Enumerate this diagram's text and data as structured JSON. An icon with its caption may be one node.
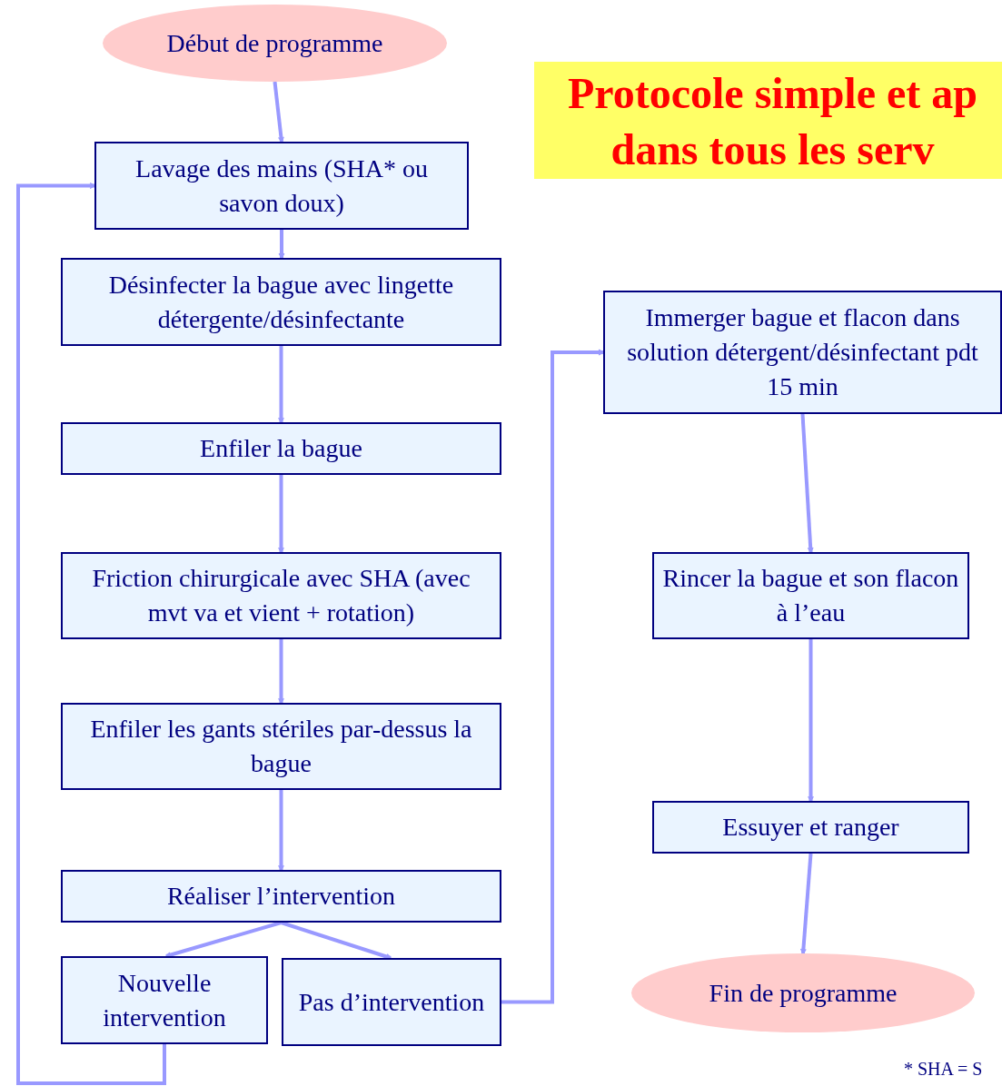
{
  "diagram": {
    "title": "Protocole simple et ap dans tous les serv",
    "nodes": [
      {
        "text": [
          "Début de programme"
        ]
      },
      {
        "text": [
          "Lavage des mains (SHA* ou savon doux)"
        ]
      },
      {
        "text": [
          "Désinfecter la bague avec lingette détergente/désinfectante"
        ]
      },
      {
        "text": [
          "Enfiler la bague"
        ]
      },
      {
        "text": [
          "Friction chirurgicale avec SHA (avec mvt va et vient + rotation)"
        ]
      },
      {
        "text": [
          "Enfiler les gants stériles par-dessus la bague"
        ]
      },
      {
        "text": [
          "Réaliser l’intervention"
        ]
      },
      {
        "text": [
          "Nouvelle intervention"
        ]
      },
      {
        "text": [
          "Pas d’intervention"
        ]
      },
      {
        "text": [
          "Immerger bague et flacon dans solution détergent/désinfectant pdt 15 min"
        ]
      },
      {
        "text": [
          "Rincer la bague et son flacon à l’eau"
        ]
      },
      {
        "text": [
          "Essuyer et ranger"
        ]
      },
      {
        "text": [
          "Fin de programme"
        ]
      }
    ],
    "edges": [
      {
        "from": 0,
        "to": 1,
        "arrow": "to"
      },
      {
        "from": 1,
        "to": 2,
        "arrow": "to"
      },
      {
        "from": 2,
        "to": 3,
        "arrow": "to"
      },
      {
        "from": 3,
        "to": 4,
        "arrow": "to"
      },
      {
        "from": 4,
        "to": 5,
        "arrow": "to"
      },
      {
        "from": 5,
        "to": 6,
        "arrow": "to"
      },
      {
        "from": 6,
        "to": 7,
        "arrow": "to"
      },
      {
        "from": 6,
        "to": 8,
        "arrow": "to"
      },
      {
        "from": 7,
        "to": 1,
        "arrow": "to"
      },
      {
        "from": 8,
        "to": 9,
        "arrow": "to"
      },
      {
        "from": 9,
        "to": 10,
        "arrow": "to"
      },
      {
        "from": 10,
        "to": 11,
        "arrow": "to"
      },
      {
        "from": 11,
        "to": 12,
        "arrow": "to"
      }
    ],
    "labels": [
      "* SHA = S"
    ]
  }
}
